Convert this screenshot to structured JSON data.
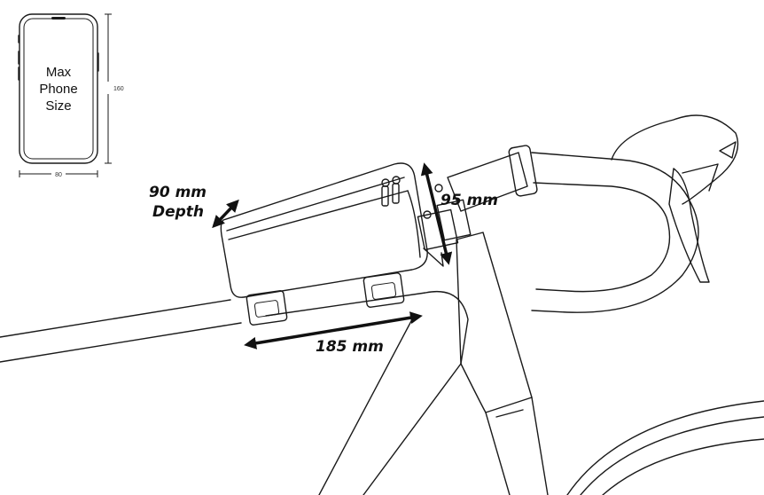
{
  "phone": {
    "label_line1": "Max",
    "label_line2": "Phone",
    "label_line3": "Size",
    "height_label": "160",
    "width_label": "80"
  },
  "dimensions": {
    "depth_value": "90 mm",
    "depth_word": "Depth",
    "height": "95 mm",
    "length": "185 mm"
  },
  "colors": {
    "ink": "#1a1a1a",
    "background": "#ffffff"
  }
}
